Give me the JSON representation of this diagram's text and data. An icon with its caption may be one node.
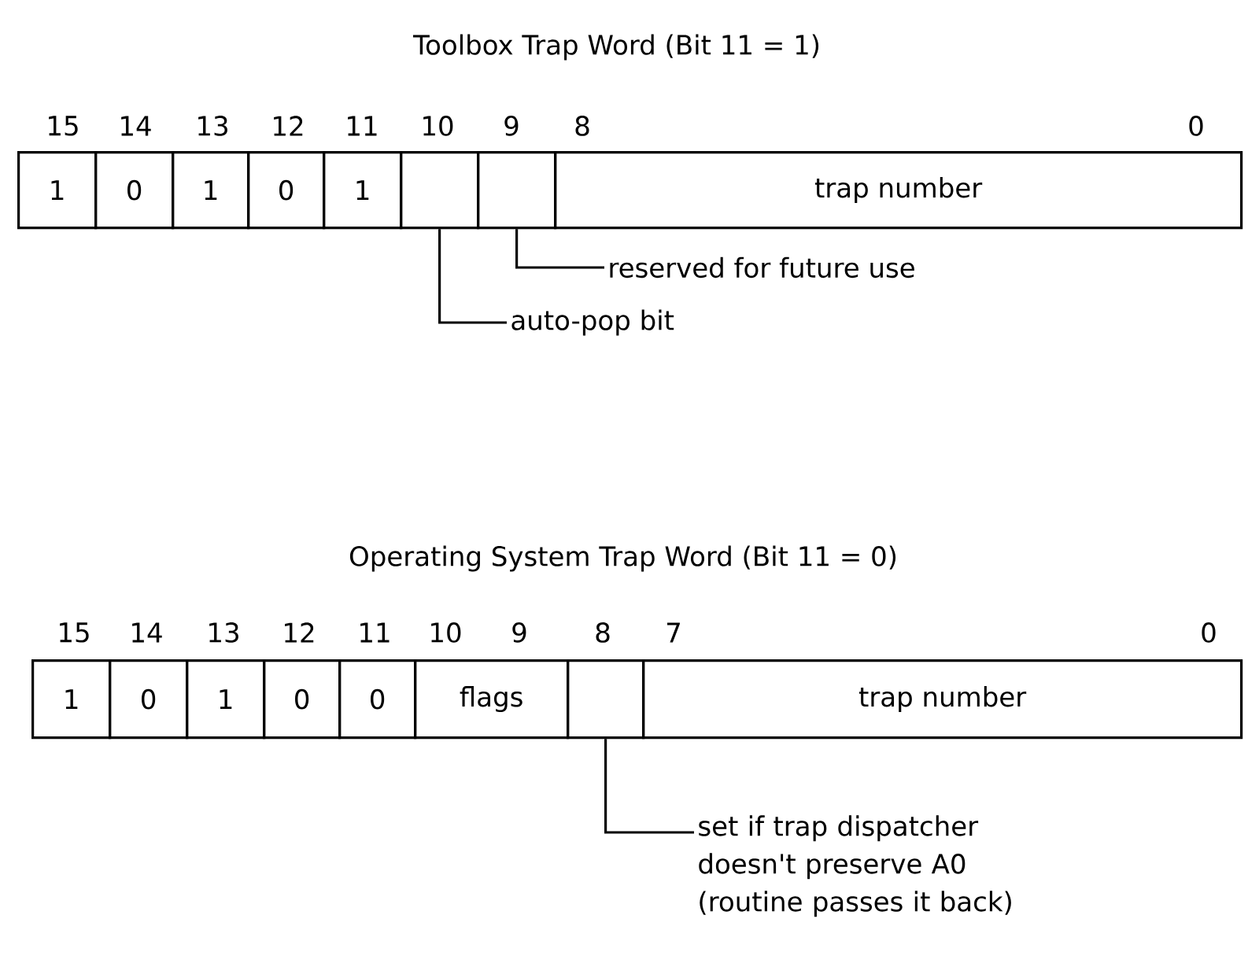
{
  "diagram": {
    "title": "Toolbox Trap Word (Bit 11 = 1)",
    "nodes": [
      {
        "text": [
          "1"
        ]
      },
      {
        "text": [
          "0"
        ]
      },
      {
        "text": [
          "1"
        ]
      },
      {
        "text": [
          "0"
        ]
      },
      {
        "text": [
          "1"
        ]
      },
      {
        "text": [],
        "shape": "box"
      },
      {
        "text": [],
        "shape": "box"
      },
      {
        "text": [
          "trap number"
        ]
      },
      {
        "text": [
          "reserved for future use"
        ]
      },
      {
        "text": [
          "auto-pop bit"
        ]
      },
      {
        "text": [
          "1"
        ]
      },
      {
        "text": [
          "0"
        ]
      },
      {
        "text": [
          "1"
        ]
      },
      {
        "text": [
          "0"
        ]
      },
      {
        "text": [
          "0"
        ]
      },
      {
        "text": [
          "flags"
        ]
      },
      {
        "text": [],
        "shape": "box"
      },
      {
        "text": [
          "trap number"
        ]
      },
      {
        "text": [
          "set if trap dispatcher doesn't preserve A0 (routine passes it back)"
        ]
      }
    ],
    "edges": [
      {
        "from": 8,
        "to": 6,
        "arrow": "none"
      },
      {
        "from": 9,
        "to": 5,
        "arrow": "none"
      },
      {
        "from": 18,
        "to": 16,
        "arrow": "none"
      }
    ],
    "labels": [
      "15",
      "14",
      "13",
      "12",
      "11",
      "10",
      "9",
      "8",
      "0",
      "Operating System Trap Word (Bit 11 = 0)",
      "15",
      "14",
      "13",
      "12",
      "11",
      "10",
      "9",
      "8",
      "7",
      "0"
    ]
  }
}
